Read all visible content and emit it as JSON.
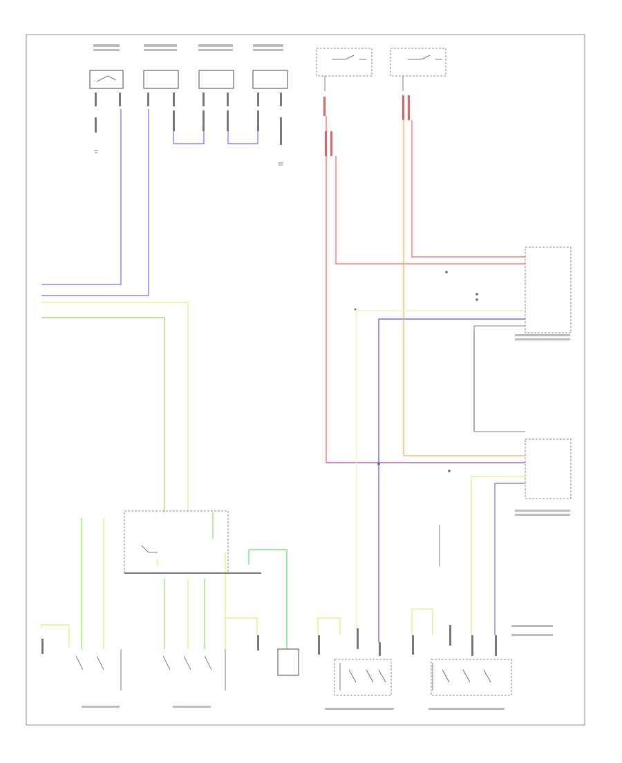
{
  "diagram": {
    "footer_code": "",
    "colors": {
      "blue": "#6a6aff",
      "red": "#ff5a5a",
      "green": "#7ee05a",
      "yellow": "#e8e87a",
      "orange": "#ffa850",
      "purple": "#b050c0",
      "frame": "#888888"
    },
    "blocks": [
      {
        "id": "tl-switch-1",
        "label": ""
      },
      {
        "id": "tl-sensor-2",
        "label": ""
      },
      {
        "id": "tl-sensor-3",
        "label": ""
      },
      {
        "id": "tl-sensor-4",
        "label": ""
      },
      {
        "id": "relay-1",
        "label": ""
      },
      {
        "id": "relay-2",
        "label": ""
      },
      {
        "id": "front-passenger-module",
        "label": ""
      },
      {
        "id": "front-driver-module",
        "label": ""
      },
      {
        "id": "trans-control-left",
        "label": ""
      },
      {
        "id": "trans-control-right",
        "label": ""
      },
      {
        "id": "front-passenger-switch",
        "label": ""
      },
      {
        "id": "front-driver-switch",
        "label": ""
      }
    ],
    "legend": []
  }
}
